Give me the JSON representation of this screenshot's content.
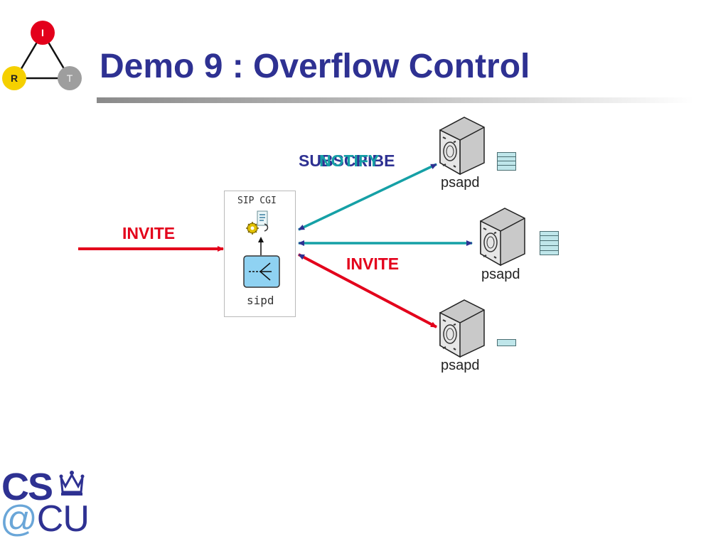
{
  "slide": {
    "title": "Demo 9 : Overflow Control"
  },
  "logo": {
    "node_top": "I",
    "node_left": "R",
    "node_right": "T",
    "colors": {
      "top": "#e3001b",
      "left": "#f5d000",
      "right": "#9e9e9e"
    }
  },
  "diagram": {
    "box": {
      "cgi_label": "SIP CGI",
      "sipd_label": "sipd"
    },
    "labels": {
      "invite_in": "INVITE",
      "invite_out": "INVITE",
      "subscribe": "SUBSCRIBE",
      "notify": "NOTIFY"
    },
    "servers": [
      {
        "label": "psapd",
        "queue_level": 4
      },
      {
        "label": "psapd",
        "queue_level": 5
      },
      {
        "label": "psapd",
        "queue_level": 1
      }
    ],
    "colors": {
      "invite": "#e3001b",
      "subscribe": "#15a0a6",
      "server_fill": "#d6d6d6",
      "queue": "#bfe6ea"
    }
  },
  "footer_logo": {
    "line1": "CS",
    "line2_at": "@",
    "line2_cu": "CU",
    "crown_icon": "crown-icon"
  }
}
